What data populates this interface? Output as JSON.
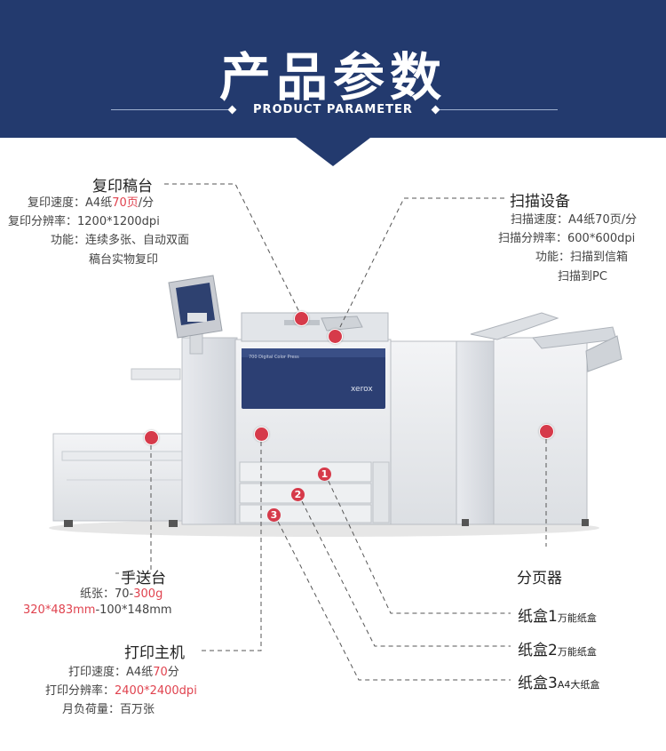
{
  "header": {
    "title": "产品参数",
    "subtitle": "PRODUCT PARAMETER"
  },
  "copier_table": {
    "title": "复印稿台",
    "speed_label": "复印速度：",
    "speed_pre": "A4纸",
    "speed_num": "70页",
    "speed_post": "/分",
    "res_label": "复印分辨率：",
    "res_value": "1200*1200dpi",
    "func_label": "功能：",
    "func_line1": "连续多张、自动双面",
    "func_line2": "稿台实物复印"
  },
  "scanner": {
    "title": "扫描设备",
    "speed_label": "扫描速度：",
    "speed_value": "A4纸70页/分",
    "res_label": "扫描分辨率：",
    "res_value": "600*600dpi",
    "func_label": "功能：",
    "func_line1": "扫描到信箱",
    "func_line2": "扫描到PC"
  },
  "bypass": {
    "title": "手送台",
    "paper_label": "纸张：",
    "paper_pre": "70-",
    "paper_red": "300g",
    "size_red": "320*483mm",
    "size_post": "-100*148mm"
  },
  "main_unit": {
    "title": "打印主机",
    "speed_label": "打印速度：",
    "speed_pre": "A4纸",
    "speed_red": "70",
    "speed_post": "分",
    "res_label": "打印分辨率：",
    "res_red": "2400*2400dpi",
    "load_label": "月负荷量：",
    "load_value": "百万张"
  },
  "collator": {
    "title": "分页器"
  },
  "tray1": {
    "title": "纸盒1",
    "desc": "万能纸盒",
    "number": "1"
  },
  "tray2": {
    "title": "纸盒2",
    "desc": "万能纸盒",
    "number": "2"
  },
  "tray3": {
    "title": "纸盒3",
    "desc": "A4大纸盒",
    "number": "3"
  },
  "machine": {
    "brand": "xerox",
    "model_text": "700 Digital Color Press"
  },
  "colors": {
    "navy": "#233a6e",
    "accent_red": "#e0434f",
    "marker": "#d63a4a"
  }
}
